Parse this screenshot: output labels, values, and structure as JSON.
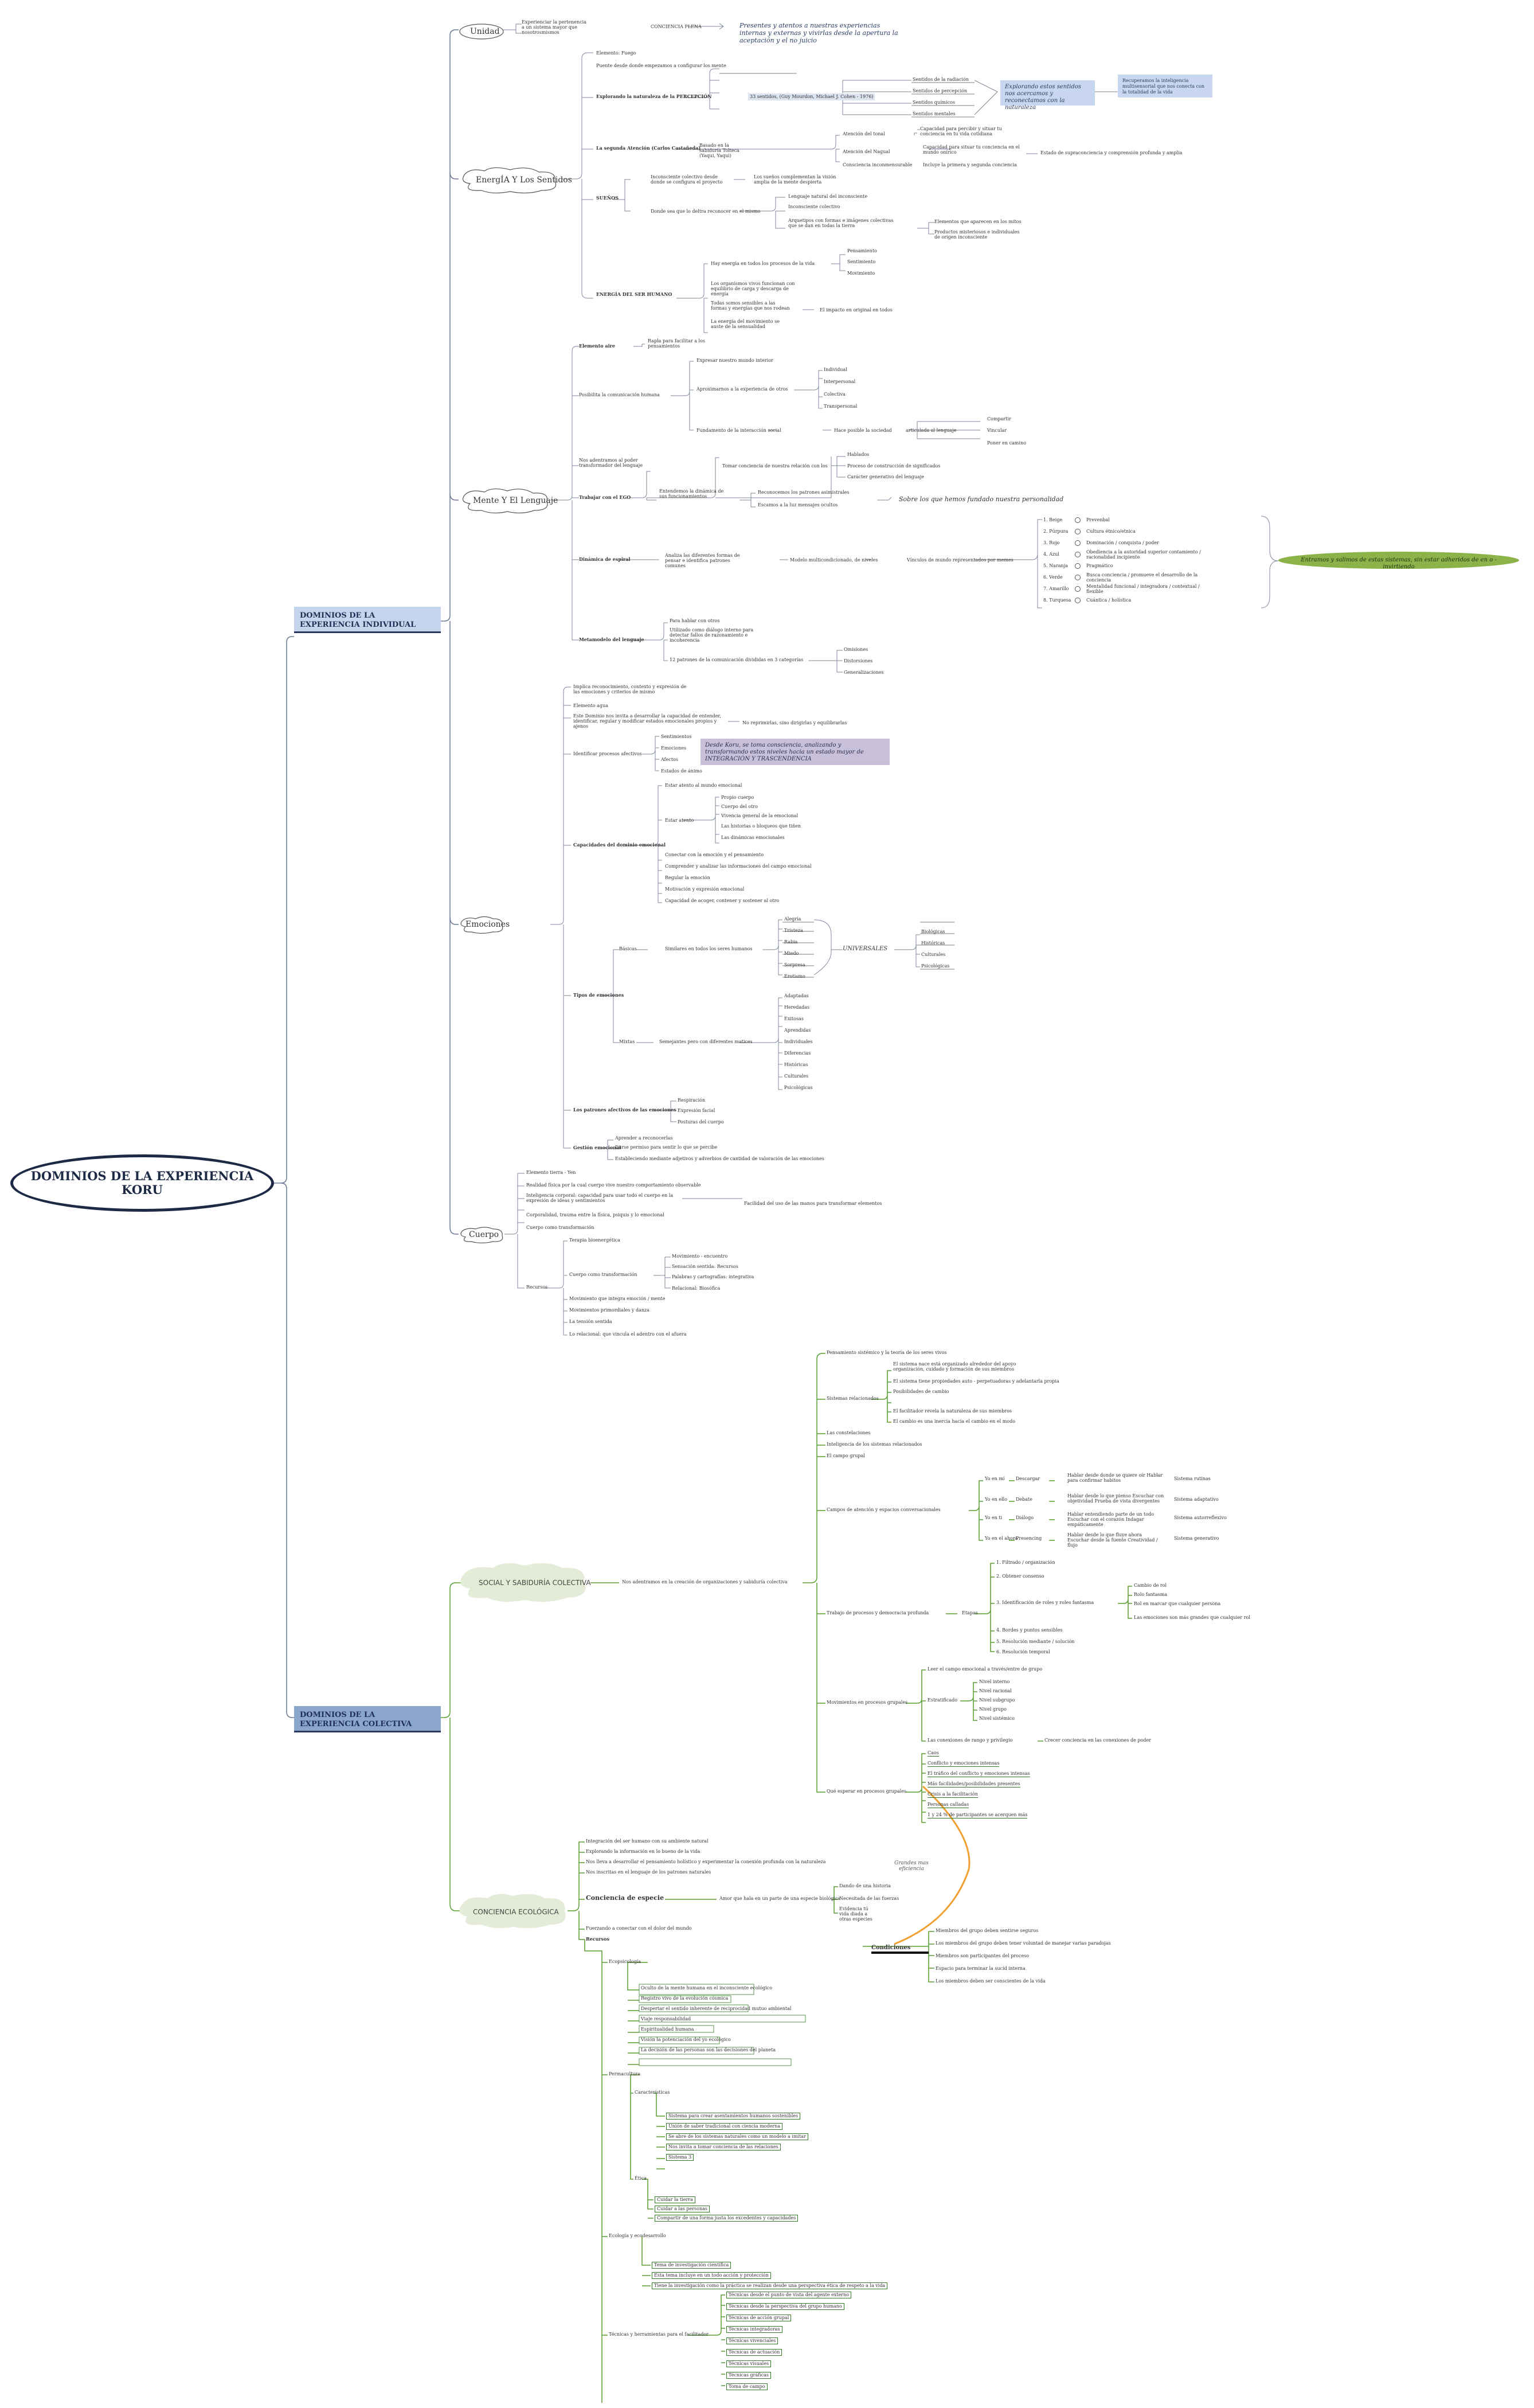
{
  "root": "DOMINIOS DE LA EXPERIENCIA KORU",
  "headers": {
    "individual": "DOMINIOS DE LA EXPERIENCIA INDIVIDUAL",
    "colectiva": "DOMINIOS DE LA EXPERIENCIA COLECTIVA"
  },
  "clouds": {
    "unidad": "Unidad",
    "energia": "EnergÍA Y Los Sentidos",
    "mente": "Mente Y El Lenguaje",
    "emociones": "Emociones",
    "cuerpo": "Cuerpo",
    "social": "SOCIAL Y SABIDURÍA COLECTIVA",
    "ecologica": "CONCIENCIA ECOLÓGICA"
  },
  "unidad": {
    "a": "Experienciar la pertenencia a un sistema mayor que nosotrosmismos",
    "b": "CONCIENCIA PLENA",
    "callout": "Presentes y atentos a nuestras experiencias internas y externas y vivirlas desde la apertura la aceptación y el no juicio"
  },
  "energia": {
    "e1": "Elemento: Fuego",
    "e2": "Puente desde donde empezamos a configurar los mente",
    "percepcion": "Explorando la naturaleza de la PERCEPCIÓN",
    "sentidos_hl": "33 sentidos, (Guy Mourdon, Michael J. Cohen - 1976)",
    "s1": "Sentidos de la radiación",
    "s2": "Sentidos de percepción",
    "s3": "Sentidos químicos",
    "s4": "Sentidos mentales",
    "callout1": "Explorando estos sentidos nos acercamos y reconectamos con la naturaleza",
    "callout2": "Recuperamos la inteligencia multisensorial que nos conecta con la totalidad de la vida",
    "castaneda": "La segunda Atención (Carlos Castañeda)",
    "castaneda_b": "Basado en la sabiduría Tolteca (Yaqui, Yaqui)",
    "at1": "Atención del tonal",
    "at1b": "Capacidad para percibir y situar tu conciencia en tu vida cotidiana",
    "at2": "Atención del Nagual",
    "at2b": "Capacidad para situar tu conciencia en el mundo onírico",
    "at2c": "Estado de supraconciencia y comprensión profunda y amplia",
    "at3": "Consciencia inconmensurable",
    "at3b": "Incluye la primera y segunda conciencia",
    "suenos": "SUEÑOS",
    "sue1": "Inconsciente colectivo desde donde se configura el proyecto",
    "sue1b": "Los sueños complementan la visión amplia de la mente despierta",
    "sue2": "Donde sea que lo deltra reconocer en el mismo",
    "sue3": "Lenguaje natural del inconsciente",
    "sue4": "Inconsciente colectivo",
    "sue5": "Arquetipos con formas e imágenes colectivas que se dan en todas la tierra",
    "sue5b": "Elementos que aparecen en los mitos",
    "sue5c": "Productos misteriosos e individuales de origen inconsciente",
    "energia_t": "ENERGÍA DEL SER HUMANO",
    "en1": "Hay energía en todos los procesos de la vida",
    "en1a": "Pensamiento",
    "en1b": "Sentimiento",
    "en1c": "Movimiento",
    "en2": "Los organismos vivos funcionan con equilibrio de carga y descarga de energía",
    "en3": "Todas somos sensibles a las formas y energías que nos rodean",
    "en3b": "El impacto en original en todos",
    "en4": "La energía del movimiento se auste de la sensualidad"
  },
  "mente": {
    "aire": "Elemento aire",
    "aire_b": "Rapla para facilitar a los pensamientos",
    "com": "Posibilita la comunicación humana",
    "com1": "Expresar nuestro mundo interior",
    "com2": "Aproximarnos a la experiencia de otros",
    "com2a": "Individual",
    "com2b": "Interpersonal",
    "com2c": "Colectiva",
    "com2d": "Transpersonal",
    "com3": "Fundamento de la interacción social",
    "com3b": "Hace posible la sociedad",
    "com3c": "articulada al lenguaje",
    "com3d": "Compartir",
    "com3e": "Vincular",
    "com3f": "Poner en camino",
    "ego0": "Nos adentramos al poder transformador del lenguaje",
    "ego": "Trabajar con el EGO",
    "ego1": "Tomar conciencia de nuestra relación con los",
    "ego1a": "Hablados",
    "ego1b": "Proceso de construcción de significados",
    "ego1c": "Carácter generativo del lenguaje",
    "ego2": "Entendemos la dinámica de sus funcionamientos",
    "ego2a": "Reconocemos los patrones asimistrales",
    "ego2b": "Escamos a la luz mensajes ocultos",
    "ego_callout": "Sobre los que hemos fundado nuestra personalidad",
    "espiral": "Dinámica de espiral",
    "esp1": "Analiza las diferentes formas de pensar e identifica patrones comunes",
    "esp2": "Modelo multicondicionado, de niveles",
    "esp3": "Vínculos de mundo representados por memes",
    "esp_green": "Entramos y salimos de estas sistemas, sin estar adheridos de en o - invirtiendo",
    "niveles": [
      [
        "1. Beige",
        "Prevenbal"
      ],
      [
        "2. Púrpura",
        "Cultura étnico/etnica"
      ],
      [
        "3. Rojo",
        "Dominación / conquista / poder"
      ],
      [
        "4. Azul",
        "Obediencia a la autoridad superior contamiento / racionalidad incipiente"
      ],
      [
        "5. Naranja",
        "Pragmático"
      ],
      [
        "6. Verde",
        "Busca conciencia / promueve el desarrollo de la conciencia"
      ],
      [
        "7. Amarillo",
        "Mentalidad funcional / integradora / contextual / flexible"
      ],
      [
        "8. Turquesa",
        "Cuántica / holística"
      ]
    ],
    "meta": "Metamodelo del lenguaje",
    "meta1": "Para hablar con otros",
    "meta2": "Utilizado como diálogo interno para detectar fallos de razonamiento e incoherencia",
    "meta3": "12 patrones de la comunicación divididas en 3 categorías",
    "meta3a": "Omisiones",
    "meta3b": "Distorsiones",
    "meta3c": "Generalizaciones"
  },
  "emociones": {
    "e1": "Implica reconocimiento, contexto y expresión de las emociones y criterios de mismo",
    "e2": "Elemento agua",
    "e3": "Este Dominio nos invita a desarrollar la capacidad de entender, identificar, regular y modificar estados emocionales propios y ajenos",
    "e3b": "No reprimirlas, sino dirigirlas y equilibrarlas",
    "proc": "Identificar procesos afectivos",
    "proc1": "Sentimientos",
    "proc2": "Emociones",
    "proc3": "Afectos",
    "proc4": "Estados de ánimo",
    "proc_box": "Desde Koru, se toma consciencia, analizando y transformando estos niveles hacia un estado mayor de INTEGRACIÓN Y TRASCENDENCIA",
    "cap": "Capacidades del dominio emocional",
    "cap1": "Estar atento al mundo emocional",
    "cap2": "Estar atento",
    "cap2a": "Propio cuerpo",
    "cap2b": "Cuerpo del otro",
    "cap2c": "Vivencia general de la emocional",
    "cap2d": "Las historias o bloqueos que tiñen",
    "cap2e": "Las dinámicas emocionales",
    "cap3": "Conectar con la emoción y el pensamiento",
    "cap4": "Comprender y analizar las informaciones del campo emocional",
    "cap5": "Regular la emoción",
    "cap6": "Motivación y expresión emocional",
    "cap7": "Capacidad de acoger, contener y sostener al otro",
    "tipos": "Tipos de emociones",
    "basic": "Básicas",
    "basic_b": "Similares en todos los seres humanos",
    "basicas": [
      "Alegría",
      "Tristeza",
      "Rabia",
      "Miedo",
      "Sorpresa",
      "Erotismo"
    ],
    "univ": "UNIVERSALES",
    "univ_list": [
      "Biológicas",
      "Históricas",
      "Culturales",
      "Psicológicas"
    ],
    "mixtas": "Mixtas",
    "mixtas_b": "Semejantes pero con diferentes matices",
    "mixtas_list": [
      "Adaptadas",
      "Heredadas",
      "Exitosas",
      "Aprendidas",
      "Individuales",
      "Diferencias",
      "Históricas",
      "Culturales",
      "Psicológicas"
    ],
    "pat": "Los patrones afectivos de las emociones",
    "pat1": "Respiración",
    "pat2": "Expresión facial",
    "pat3": "Posturas del cuerpo",
    "gest": "Gestión emocional",
    "gest1": "Aprender a reconocerlas",
    "gest2": "Darse permiso para sentir lo que se percibe",
    "gest3": "Estableciendo mediante adjetivos y adverbios de cantidad de valoración de las emociones"
  },
  "cuerpo": {
    "c1": "Elemento tierra - Yen",
    "c2": "Realidad física por la cual cuerpo vive nuestro comportamiento observable",
    "c3": "Inteligencia corporal: capacidad para usar todo el cuerpo en la expresión de ideas y sentimientos",
    "c3b": "Facilidad del uso de las manos para transformar elementos",
    "c4": "Corporalidad, trauma entre la física, psiquis y lo emocional",
    "c5": "Cuerpo como transformación",
    "rec": "Recursos",
    "r1": "Terapia bioenergética",
    "r2": "Cuerpo como transformación",
    "r2a": "Movimiento - encuentro",
    "r2b": "Sensación sentida: Recursos",
    "r2c": "Palabras y cartografías: integrativa",
    "r2d": "Relacional: Biosófica",
    "r3": "Movimiento que integra emoción / mente",
    "r4": "Movimientos primordiales y danza",
    "r5": "La tensión sentida",
    "r6": "Lo relacional: que vincula el adentro con el afuera"
  },
  "social": {
    "root_link": "Nos adentramos en la creación de organizaciones y sabiduría colectiva",
    "n1": "Pensamiento sistémico y la teoría de los seres vivos",
    "sist": "Sistemas relacionados",
    "sist1": "El sistema nace está organizado alrededor del apoyo organización, cuidado y formación de sus miembros",
    "sist2": "El sistema tiene propiedades auto - perpetuadoras y adelantarla propia",
    "sist3": "Posibilidades de cambio",
    "sist4": "El facilitador revela la naturaleza de sus miembros",
    "sist5": "El cambio es una inercia hacia el cambio en el modo",
    "n2": "Las constelaciones",
    "n3": "Inteligencia de los sistemas relacionados",
    "n4": "El campo grupal",
    "campos": "Campos de atención y espacios conversacionales",
    "campo_rows": [
      [
        "Yo en mí",
        "Descargar",
        "Hablar desde donde se quiere oír Hablar para confirmar habitos",
        "Sistema rutinas"
      ],
      [
        "Yo en ello",
        "Debate",
        "Hablar desde lo que pienso Escuchar con objetividad Prueba de vista divergentes",
        "Sistema adaptativo"
      ],
      [
        "Yo en ti",
        "Diálogo",
        "Hablar entendiendo parte de un todo Escuchar con el corazón Indagar empáticamente",
        "Sistema autorreflexivo"
      ],
      [
        "Yo en el ahora",
        "Presencing",
        "Hablar desde lo que fluye ahora Escuchar desde la fuente Creatividad / flujo",
        "Sistema generativo"
      ]
    ],
    "proc": "Trabajo de procesos y democracia profunda",
    "etapas": "Etapas",
    "et1": "1. Filtrado / organización",
    "et2": "2. Obtener consenso",
    "et3": "3. Identificación de roles y roles fantasma",
    "et3a": "Cambio de rol",
    "et3b": "Rolo fantasma",
    "et3c": "Rol en marcar que cualquier persona",
    "et3d": "Las emociones son más grandes que cualquier rol",
    "et4": "4. Bordes y puntos sensibles",
    "et5": "5. Resolución mediante / solución",
    "et6": "6. Resolución temporal",
    "mov": "Movimientos en procesos grupales",
    "mov1": "Leer el campo emocional a través/entre de grupo",
    "estrat": "Estratificado",
    "estrat_list": [
      "Nivel interno",
      "Nivel racional",
      "Nivel subgrupo",
      "Nivel grupo",
      "Nivel sistémico"
    ],
    "mov2": "Las conexiones de rango y privilegio",
    "mov2b": "Crecer conciencia en las conexiones de poder",
    "esp": "Qué esperar en procesos grupales",
    "esp_list": [
      "Caos",
      "Conflicto y emociones intensas",
      "El tráfico del conflicto y emociones intensas",
      "Más facilidades/posibilidades presentes",
      "Crisis a la facilitación",
      "Personas calladas",
      "1 y 24 % de participantes se acerquen más"
    ]
  },
  "ecologica": {
    "e1": "Integración del ser humano con su ambiente natural",
    "e2": "Explorando la información en lo bueno de la vida",
    "e3": "Nos lleva a desarrollar el pensamiento holístico y experimentar la conexión profunda con la naturaleza",
    "e4": "Nos inscritas en el lenguaje de los patrones naturales",
    "especie": "Conciencia de especie",
    "especie_b": "Amor que hala en un parte de una especie biológica",
    "esp1": "Dando de una historia",
    "esp2": "Necesitada de las fuerzas",
    "esp3": "Evidencia tú vida diada a otras especies",
    "arcs": "Grandes mas eficiencia",
    "cond": "Condiciones",
    "cond_list": [
      "Miembros del grupo deben sentirse seguros",
      "Los miembros del grupo deben tener voluntad de manejar varias paradojas",
      "Miembros son participantes del proceso",
      "Espacio para terminar la sucíd interna",
      "Los miembros deben ser conscientes de la vida"
    ],
    "e5": "Fuerzando a conectar con el dolor del mundo",
    "rec": "Recursos",
    "ecopsi": "Ecopsicología",
    "ecopsi_list": [
      "Oculto de la mente humana en el inconsciente ecológico",
      "Registro vivo de la evolución cósmica",
      "Despertar el sentido inherente de reciprocidad mutuo ambiental",
      "Viaje responsabilidad",
      "Espiritualidad humana",
      "Visión la potenciación del yo ecológico",
      "La decisión de las personas son las decisiones del planeta"
    ],
    "perma": "Permacultura",
    "carac": "Características",
    "carac_list": [
      "Sistema para crear asentamientos humanos sostenibles",
      "Unión de saber tradicional con ciencia moderna",
      "Se abre de los sistemas naturales como un modelo a imitar",
      "Nos invita a tomar conciencia de las relaciones",
      "Sistema 3"
    ],
    "etica": "Ética",
    "etica_list": [
      "Cuidar la tierra",
      "Cuidar a las personas",
      "Compartir de una forma justa los excedentes y capacidades"
    ],
    "eco": "Ecología y ecodesarrollo",
    "eco_list": [
      "Tema de investigación científica",
      "Esta tema incluye en un todo acción y protección",
      "Tiene la investigación como la práctica se realizan desde una perspectiva ética de respeto a la vida"
    ],
    "tec": "Técnicas y herramientas para el facilitador",
    "tec_list": [
      "Técnicas desde el punto de vista del agente externo",
      "Técnicas desde la perspectiva del grupo humano",
      "Técnicas de acción grupal",
      "Técnicas integradoras",
      "Técnicas vivenciales",
      "Técnicas de actuación",
      "Técnicas visuales",
      "Técnicas gráficas",
      "Toma de campo"
    ]
  },
  "colors": {
    "individual_line": "#6b7894",
    "collective_line": "#5a9e2f",
    "accent_green": "#8bb34a",
    "orange": "#f0a030"
  }
}
